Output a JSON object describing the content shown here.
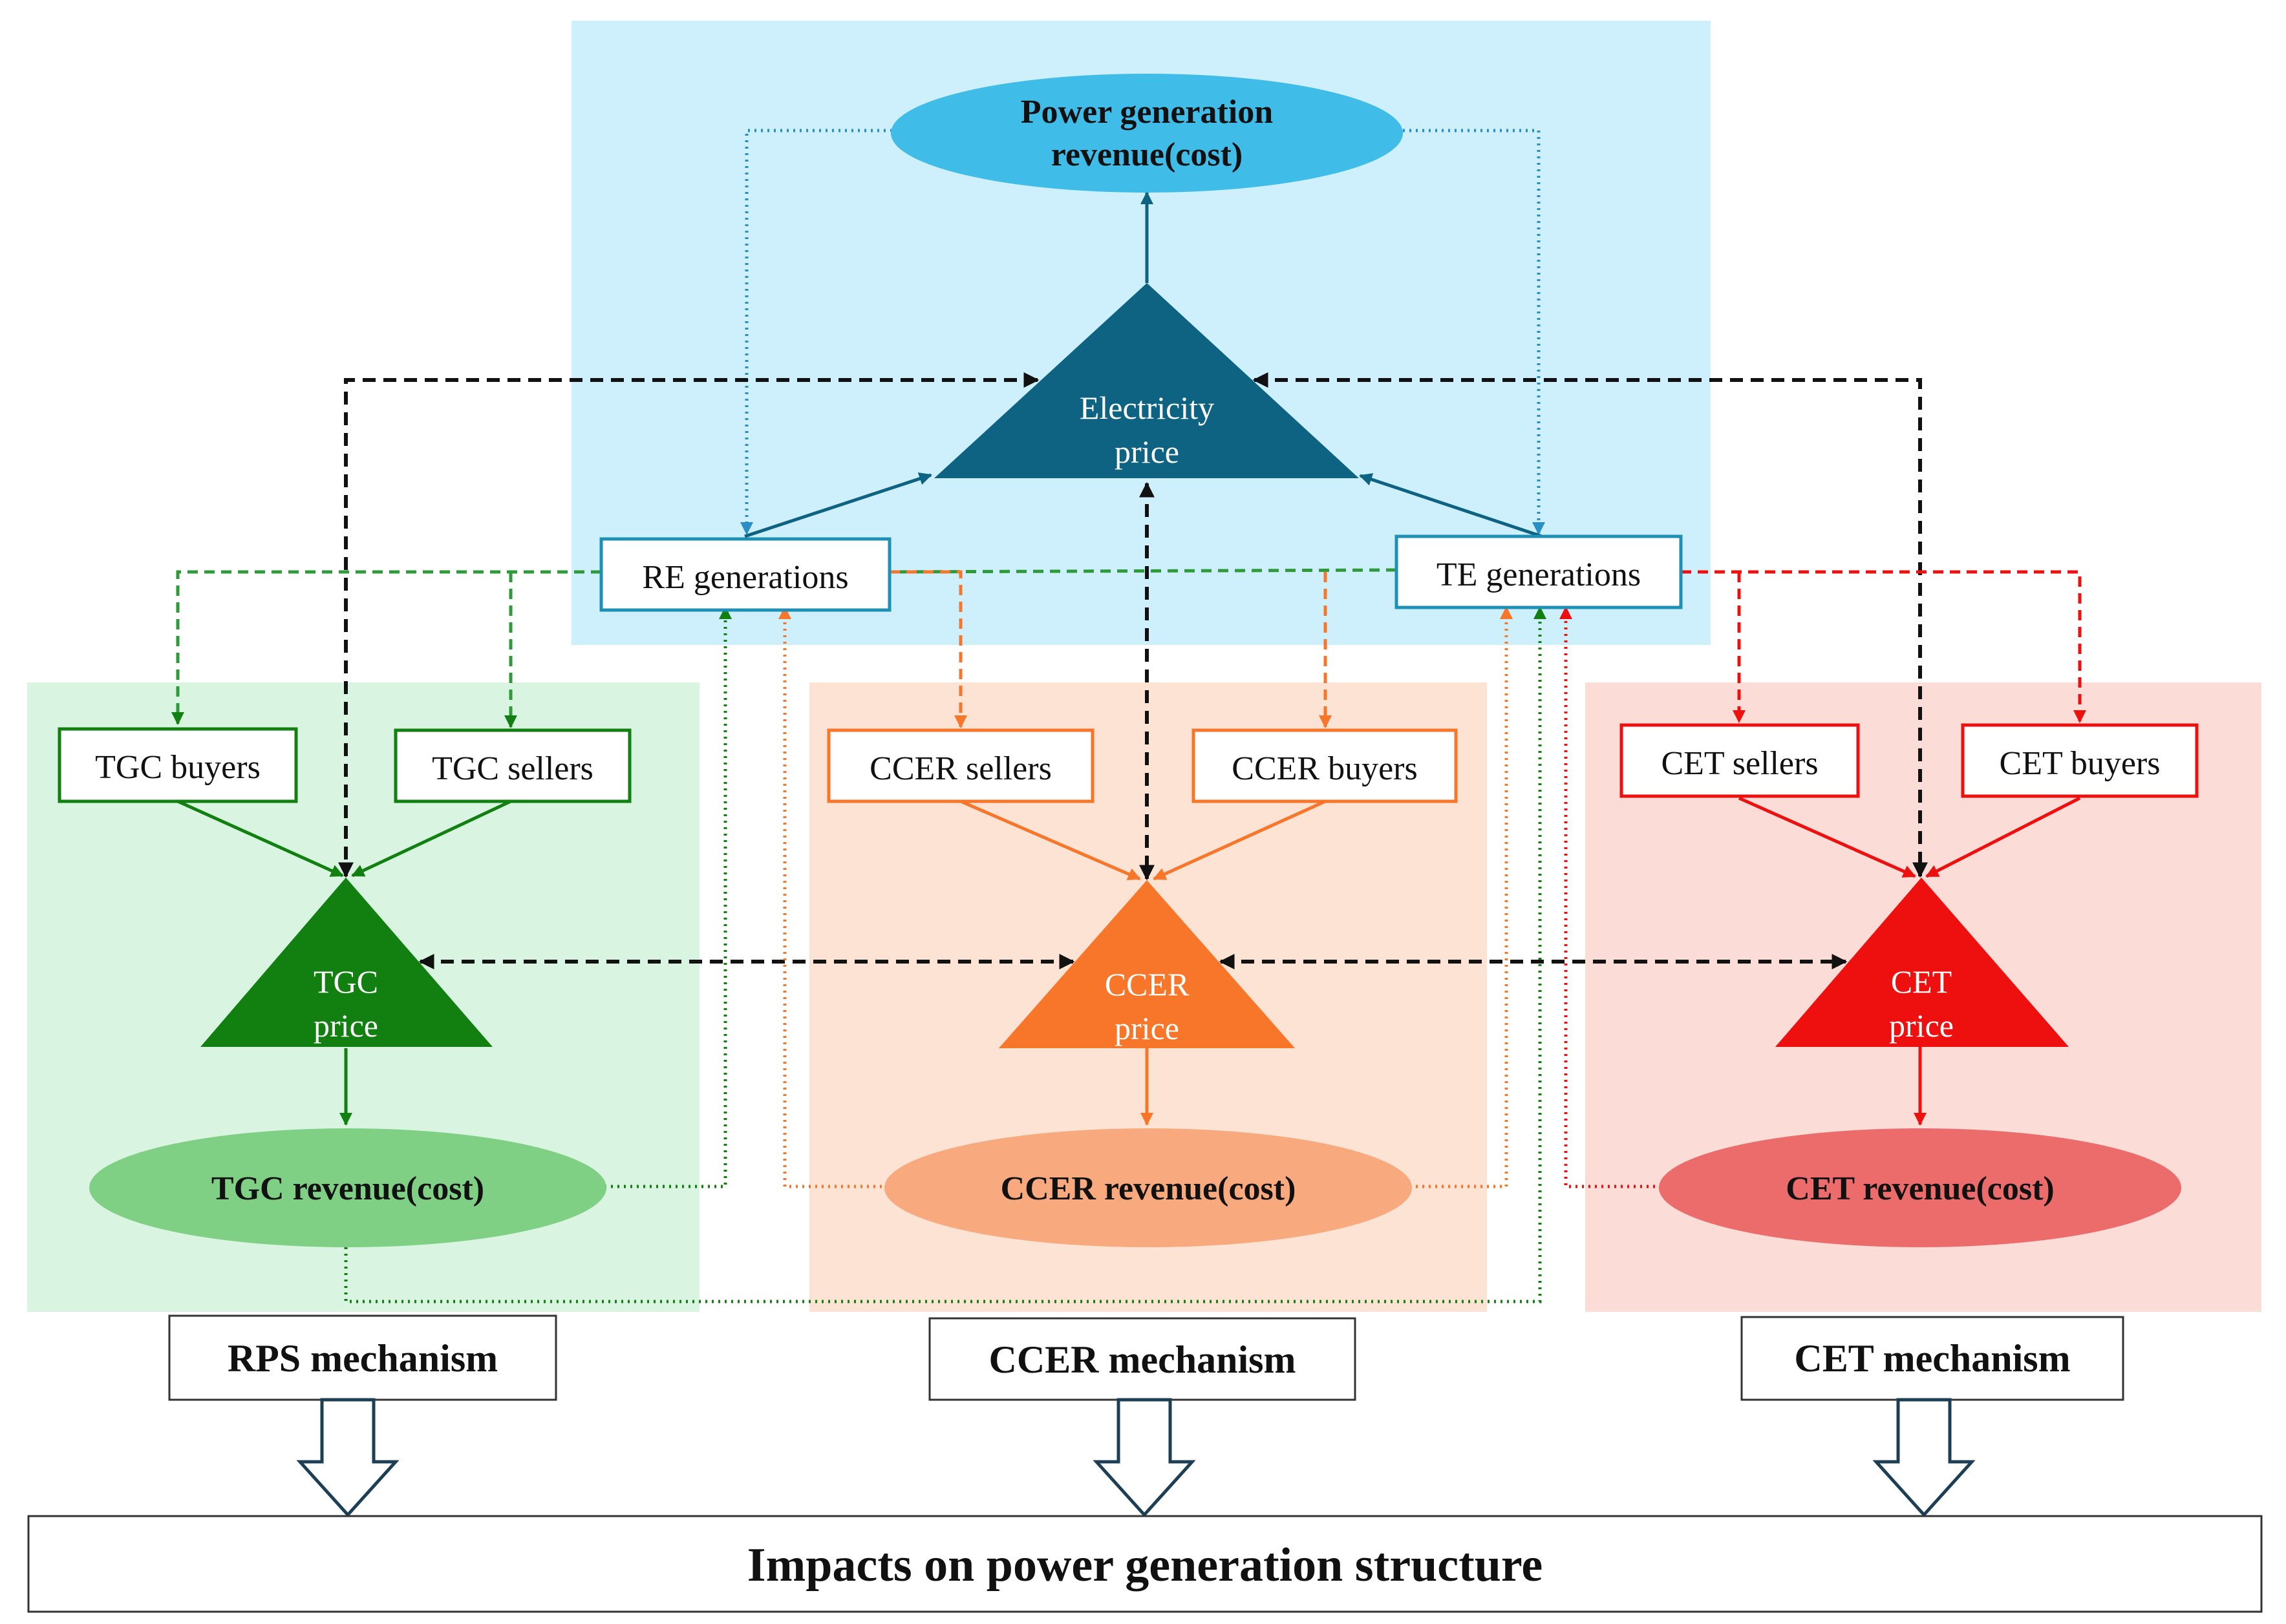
{
  "nodes": {
    "power_revenue": [
      "Power generation",
      "revenue(cost)"
    ],
    "electricity_price": [
      "Electricity",
      "price"
    ],
    "re_generations": "RE generations",
    "te_generations": "TE generations",
    "tgc_buyers": "TGC buyers",
    "tgc_sellers": "TGC sellers",
    "ccer_sellers": "CCER sellers",
    "ccer_buyers": "CCER buyers",
    "cet_sellers": "CET sellers",
    "cet_buyers": "CET buyers",
    "tgc_price": [
      "TGC",
      "price"
    ],
    "ccer_price": [
      "CCER",
      "price"
    ],
    "cet_price": [
      "CET",
      "price"
    ],
    "tgc_revenue": "TGC revenue(cost)",
    "ccer_revenue": "CCER revenue(cost)",
    "cet_revenue": "CET revenue(cost)",
    "rps_mechanism": "RPS mechanism",
    "ccer_mechanism": "CCER mechanism",
    "cet_mechanism": "CET mechanism",
    "impacts": "Impacts on power generation structure"
  },
  "colors": {
    "blue_panel": "#cdf0fc",
    "green_panel": "#d9f5e1",
    "orange_panel": "#fde3d4",
    "red_panel": "#fbdcd6",
    "dark_blue": "#0e6383",
    "green": "#118011",
    "orange": "#f8762a",
    "red": "#ee0f0f",
    "black": "#111111"
  }
}
